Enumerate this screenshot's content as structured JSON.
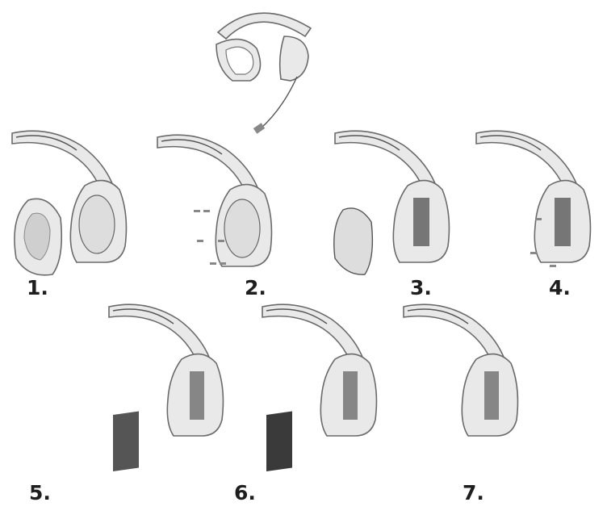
{
  "diagram": {
    "steps": [
      {
        "label": "1.",
        "parts": [
          "headband-arm",
          "speaker-grille",
          "ear-cushion"
        ]
      },
      {
        "label": "2.",
        "parts": [
          "headband-arm",
          "speaker-grille",
          "screws"
        ]
      },
      {
        "label": "3.",
        "parts": [
          "headband-arm",
          "open-earcup",
          "grille-plate"
        ]
      },
      {
        "label": "4.",
        "parts": [
          "headband-arm",
          "open-earcup",
          "screws"
        ]
      },
      {
        "label": "5.",
        "parts": [
          "headband-arm",
          "open-earcup",
          "mesh-filter"
        ]
      },
      {
        "label": "6.",
        "parts": [
          "headband-arm",
          "open-earcup",
          "foam-pad"
        ]
      },
      {
        "label": "7.",
        "parts": [
          "headband-arm",
          "open-earcup"
        ]
      }
    ],
    "colors": {
      "part": "#e9e9e9",
      "outline": "#6a6a6a",
      "dark": "#3a3a3a",
      "text": "#1e1e1e"
    }
  }
}
